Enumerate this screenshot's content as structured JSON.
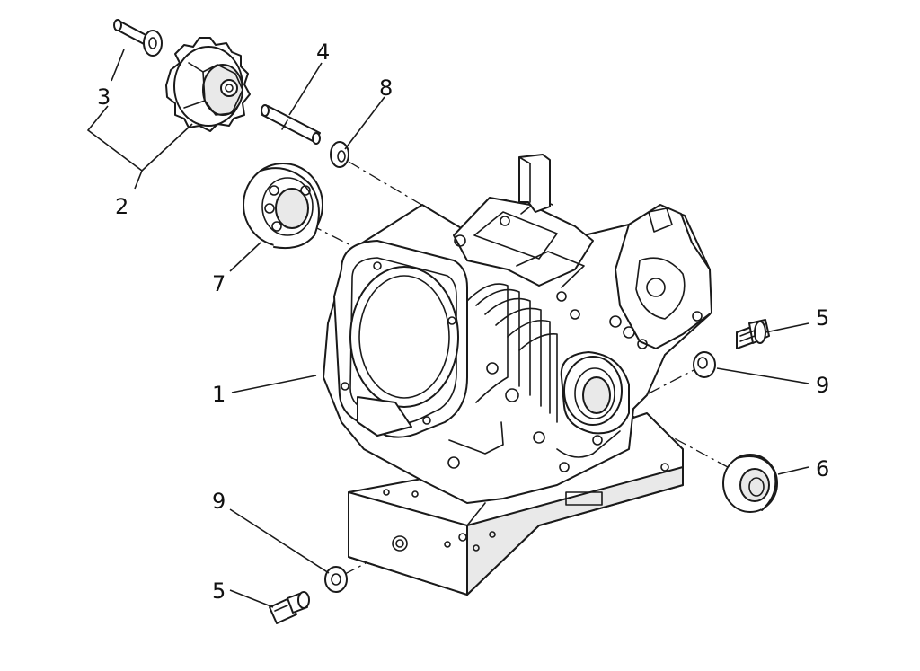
{
  "diagram": {
    "callouts": {
      "c1": "1",
      "c2": "2",
      "c3": "3",
      "c4": "4",
      "c5a": "5",
      "c5b": "5",
      "c6": "6",
      "c7": "7",
      "c8": "8",
      "c9a": "9",
      "c9b": "9"
    }
  }
}
